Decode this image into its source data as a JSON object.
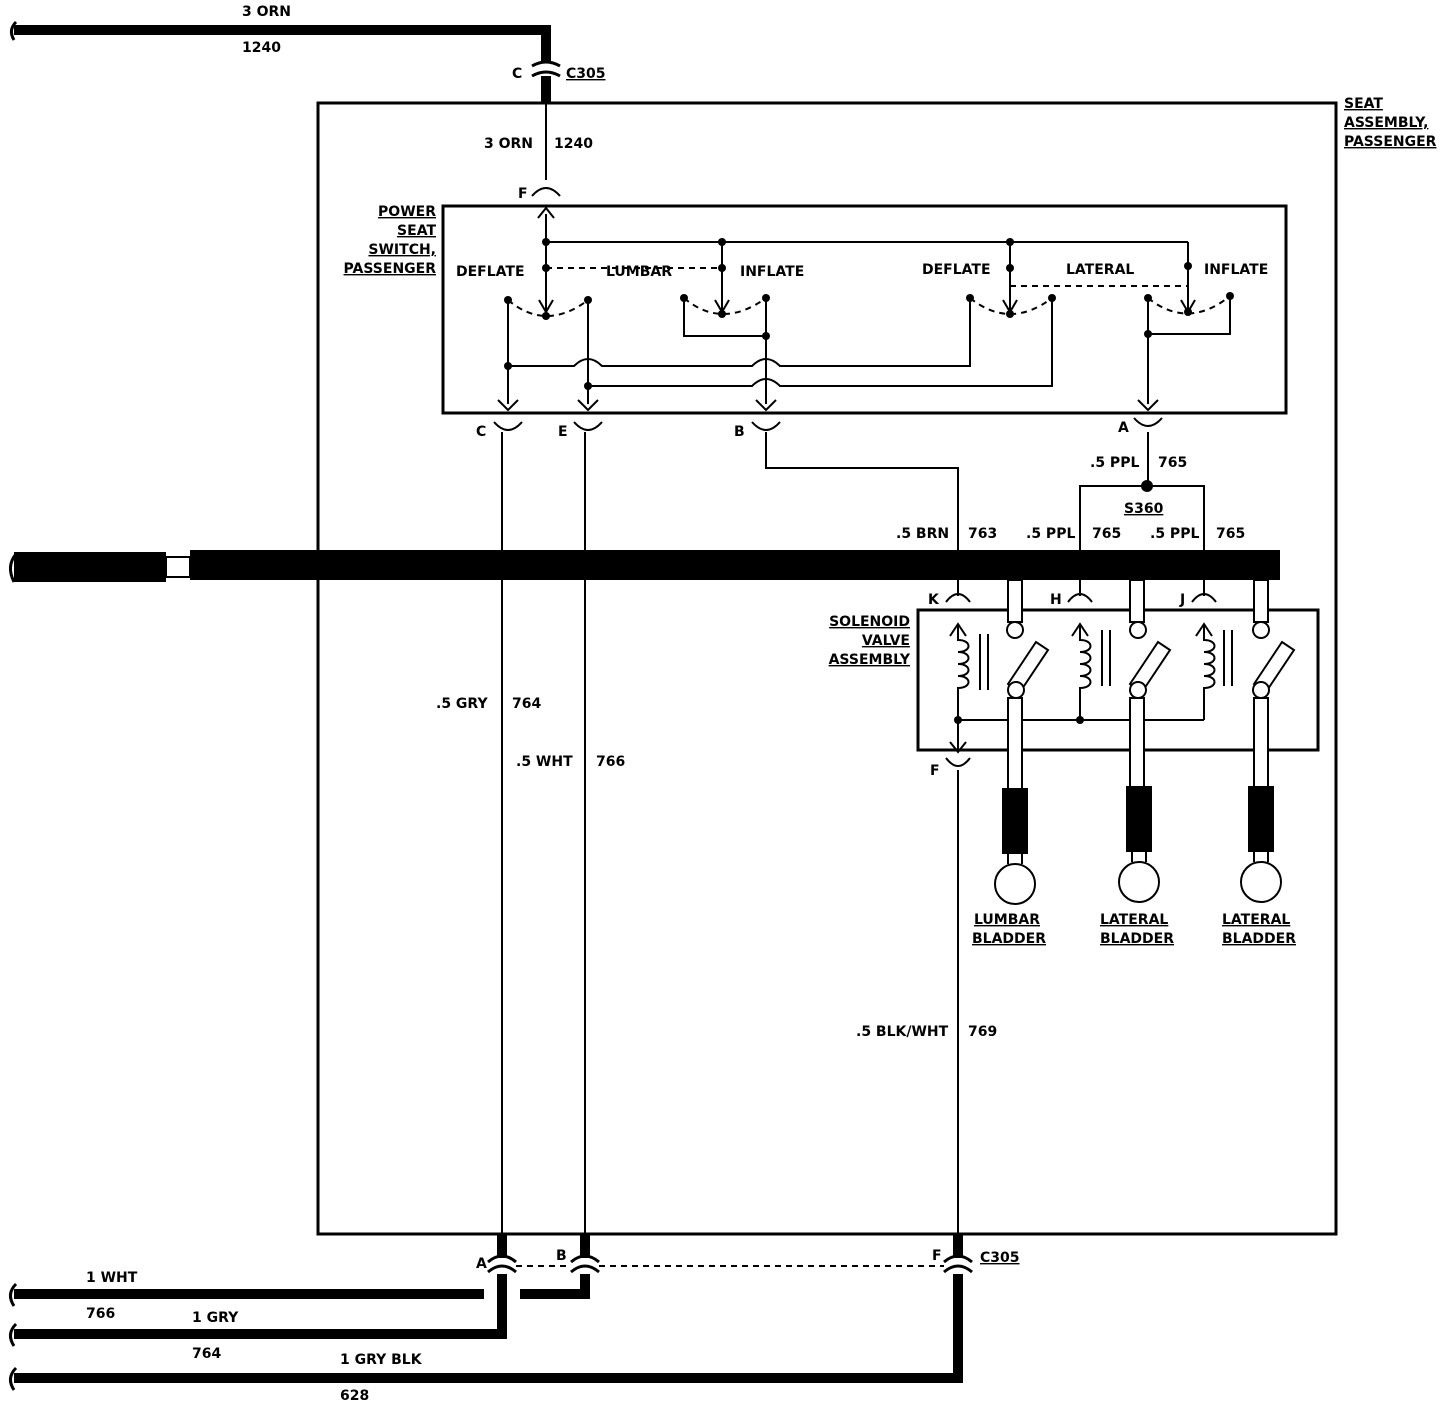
{
  "components": {
    "seat_assembly": [
      "SEAT",
      "ASSEMBLY,",
      "PASSENGER"
    ],
    "power_seat_switch": [
      "POWER",
      "SEAT",
      "SWITCH,",
      "PASSENGER"
    ],
    "solenoid_valve": [
      "SOLENOID",
      "VALVE",
      "ASSEMBLY"
    ],
    "splice": "S360",
    "bladders": [
      {
        "line1": "LUMBAR",
        "line2": "BLADDER"
      },
      {
        "line1": "LATERAL",
        "line2": "BLADDER"
      },
      {
        "line1": "LATERAL",
        "line2": "BLADDER"
      }
    ]
  },
  "switch_labels": {
    "deflate1": "DEFLATE",
    "lumbar": "LUMBAR",
    "inflate1": "INFLATE",
    "deflate2": "DEFLATE",
    "lateral": "LATERAL",
    "inflate2": "INFLATE"
  },
  "connectors": {
    "c305_top": "C305",
    "c305_bottom": "C305",
    "pins": {
      "top_c": "C",
      "sw_f": "F",
      "sw_c": "C",
      "sw_e": "E",
      "sw_b": "B",
      "sw_a": "A",
      "sol_k": "K",
      "sol_h": "H",
      "sol_j": "J",
      "sol_f": "F",
      "bot_a": "A",
      "bot_b": "B",
      "bot_f": "F"
    }
  },
  "wires": {
    "top_feed": {
      "color": "3 ORN",
      "circuit": "1240"
    },
    "inner_feed": {
      "color": "3 ORN",
      "circuit": "1240"
    },
    "sw_a_s360": {
      "color": ".5 PPL",
      "circuit": "765"
    },
    "brn": {
      "color": ".5 BRN",
      "circuit": "763"
    },
    "ppl_h": {
      "color": ".5 PPL",
      "circuit": "765"
    },
    "ppl_j": {
      "color": ".5 PPL",
      "circuit": "765"
    },
    "gry": {
      "color": ".5 GRY",
      "circuit": "764"
    },
    "wht": {
      "color": ".5 WHT",
      "circuit": "766"
    },
    "blkwht": {
      "color": ".5 BLK/WHT",
      "circuit": "769"
    },
    "out_wht": {
      "color": "1 WHT",
      "circuit": "766"
    },
    "out_gry": {
      "color": "1 GRY",
      "circuit": "764"
    },
    "out_gryblk": {
      "color": "1 GRY BLK",
      "circuit": "628"
    }
  }
}
